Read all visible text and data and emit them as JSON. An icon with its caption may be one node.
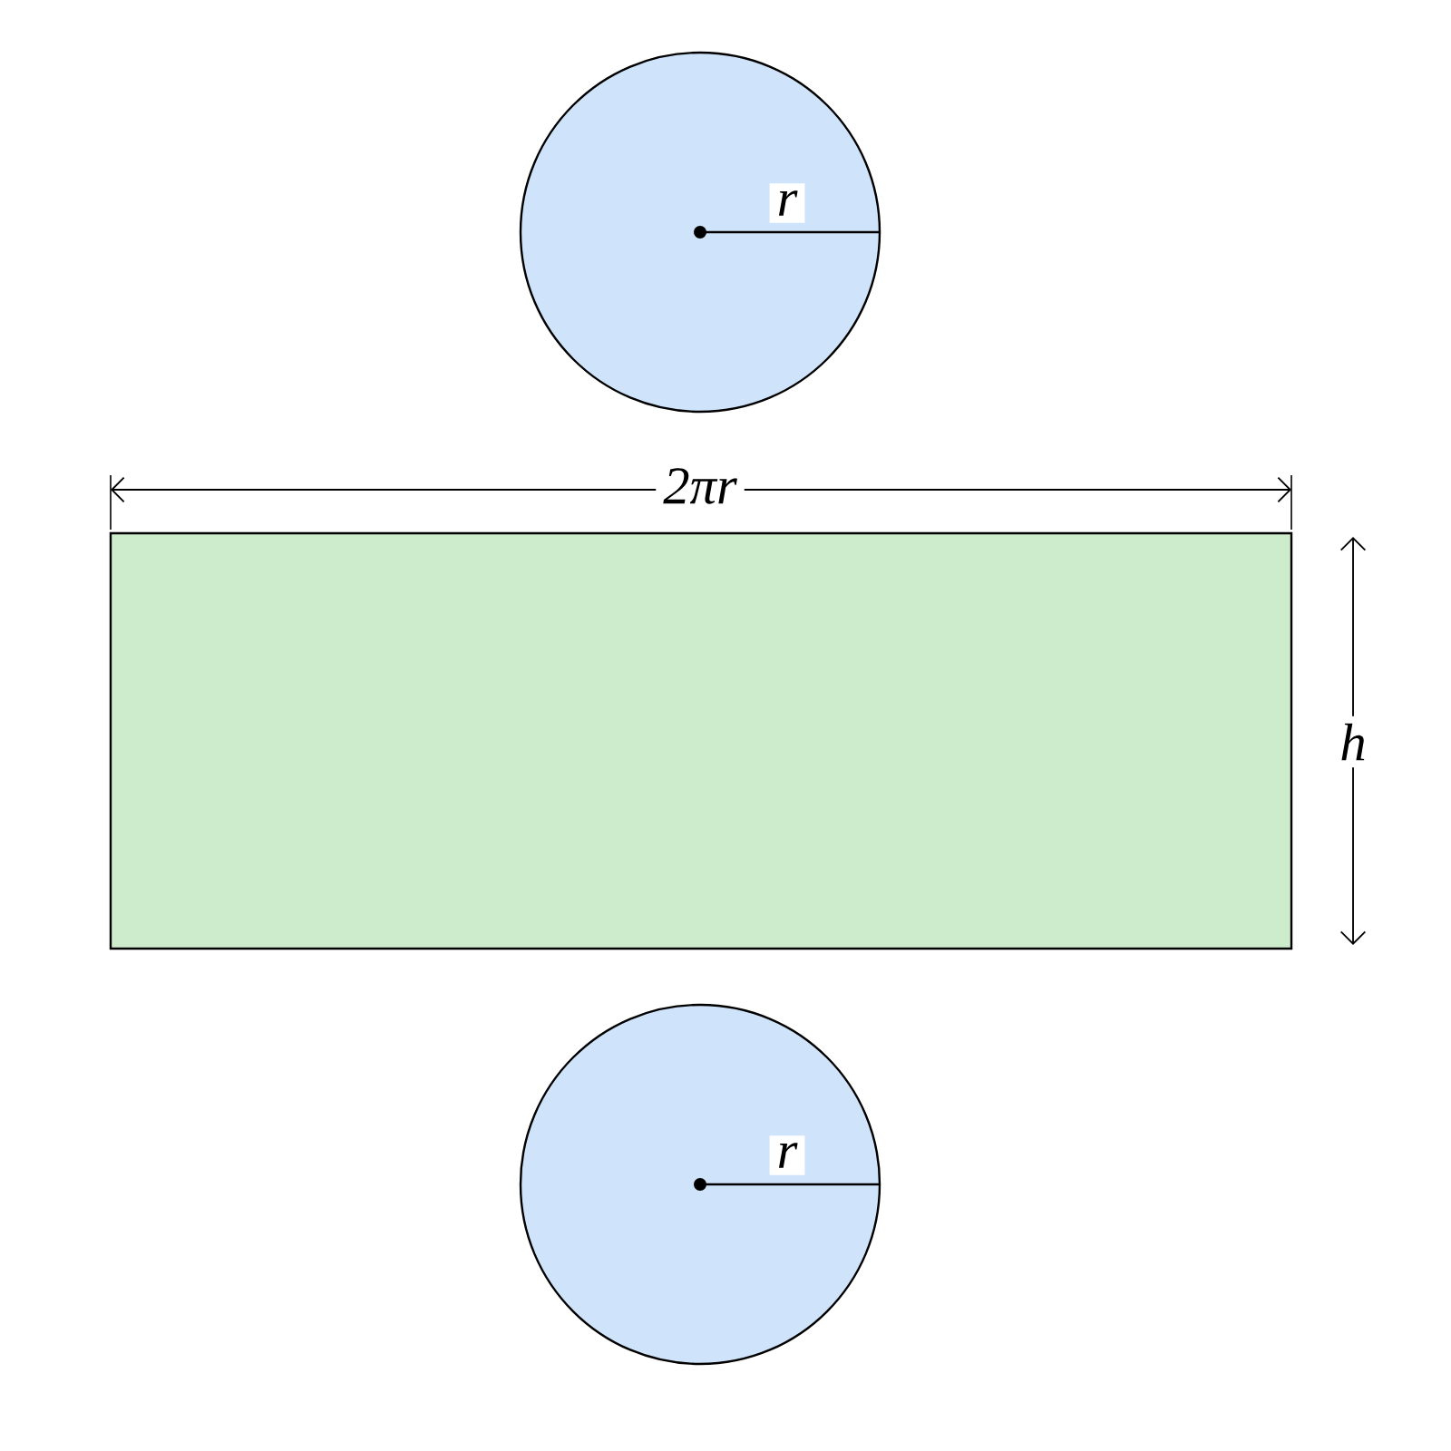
{
  "diagram": {
    "nodes": [
      {
        "text": [],
        "shape": "circle"
      },
      {
        "text": [],
        "shape": "box"
      },
      {
        "text": [],
        "shape": "circle"
      }
    ],
    "labels": [
      "r",
      "2πr",
      "h",
      "r"
    ]
  }
}
